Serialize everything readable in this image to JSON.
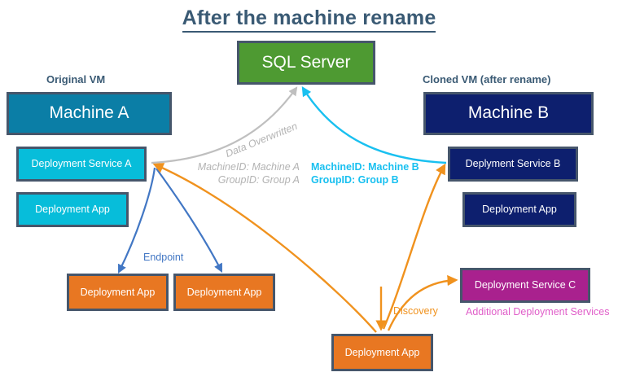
{
  "title": "After the machine rename",
  "groups": [
    {
      "id": "original-vm",
      "caption": "Original VM"
    },
    {
      "id": "cloned-vm",
      "caption": "Cloned VM (after rename)"
    }
  ],
  "nodes": {
    "sql_server": "SQL Server",
    "machine_a": "Machine A",
    "machine_b": "Machine B",
    "deployment_service_a": "Deployment Service A",
    "deployment_service_b": "Deplyment Service B",
    "deployment_service_c": "Deployment Service C",
    "deployment_app_a": "Deployment App",
    "deployment_app_b": "Deployment App",
    "endpoint_app_1": "Deployment App",
    "endpoint_app_2": "Deployment App",
    "discovery_app": "Deployment App"
  },
  "edge_labels": {
    "data_overwritten": "Data Overwritten",
    "old_machine_id": "MachineID: Machine A",
    "old_group_id": "GroupID: Group A",
    "new_machine_id": "MachineID: Machine B",
    "new_group_id": "GroupID: Group B",
    "endpoint": "Endpoint",
    "discovery": "Discovery",
    "additional_services": "Additional Deployment Services"
  },
  "colors": {
    "title": "#3a5a74",
    "machine_a": "#0b7ea6",
    "service_a": "#07bdda",
    "machine_b": "#0d1f6e",
    "sql_server": "#4e9a32",
    "deployment_app": "#e87722",
    "service_c": "#a9218e",
    "border": "#46566b",
    "overwritten_arrow": "#bfbfbf",
    "new_data_arrow": "#19c0f0",
    "endpoint_arrow": "#4277c4",
    "discovery_arrow": "#f0921e",
    "additional_services_label": "#e05ec9"
  }
}
